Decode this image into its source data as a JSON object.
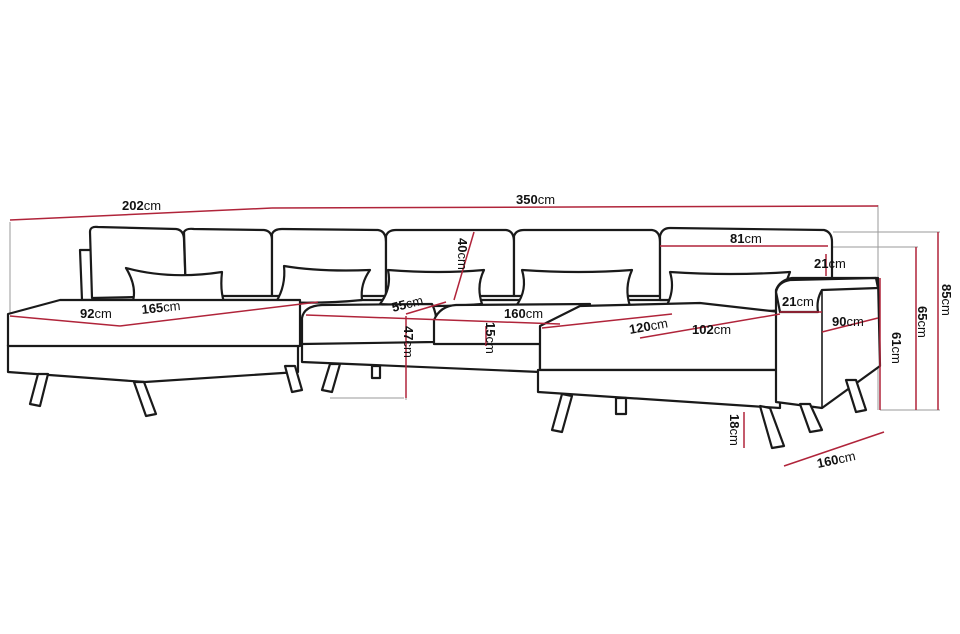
{
  "colors": {
    "outline": "#1a1a1a",
    "dimension_line": "#b0243a",
    "guide_line": "#9a9a9a",
    "background": "#ffffff"
  },
  "unit": "cm",
  "dimensions": {
    "total_left": "202",
    "total_width": "350",
    "left_depth": "92",
    "left_length": "165",
    "back_height": "40",
    "seat_depth": "55",
    "seat_height": "47",
    "cushion_thickness": "15",
    "middle_width": "160",
    "back_top": "81",
    "armrest_top": "21",
    "armrest_inner": "21",
    "chaise_length": "120",
    "chaise_inner": "102",
    "arm_depth": "90",
    "arm_height": "61",
    "height_65": "65",
    "total_height": "85",
    "leg_height": "18",
    "chaise_width": "160"
  }
}
